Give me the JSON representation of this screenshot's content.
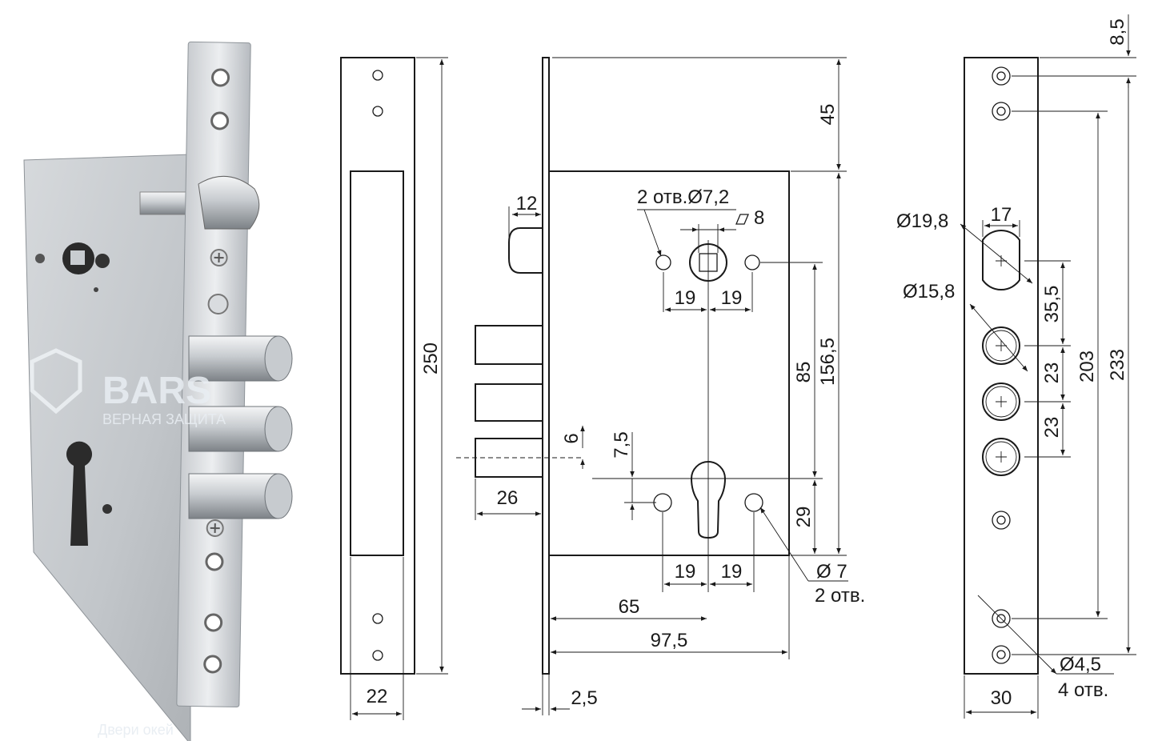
{
  "watermark": {
    "brand": "BARS",
    "tagline": "ВЕРНАЯ ЗАЩИТА",
    "credit": "Двери окей"
  },
  "dimensions": {
    "front_plate_width": "22",
    "front_plate_height": "250",
    "offset_12": "12",
    "holes_72": "2 отв.Ø7,2",
    "square_8": "8",
    "spacing_19_top_left": "19",
    "spacing_19_top_right": "19",
    "depth_45": "45",
    "height_85": "85",
    "height_156_5": "156,5",
    "offset_6": "6",
    "offset_7_5": "7,5",
    "bolt_26": "26",
    "height_29": "29",
    "spacing_19_bottom_left": "19",
    "spacing_19_bottom_right": "19",
    "holes_7": "Ø 7",
    "holes_7_count": "2 отв.",
    "backset_65": "65",
    "body_97_5": "97,5",
    "plate_2_5": "2,5",
    "dia_19_8": "Ø19,8",
    "width_17": "17",
    "dia_15_8": "Ø15,8",
    "dist_35_5": "35,5",
    "dist_23_a": "23",
    "dist_23_b": "23",
    "dist_203": "203",
    "dist_233": "233",
    "dist_8_5": "8,5",
    "dia_4_5": "Ø4,5",
    "holes_4_5_count": "4 отв.",
    "strike_width_30": "30"
  }
}
